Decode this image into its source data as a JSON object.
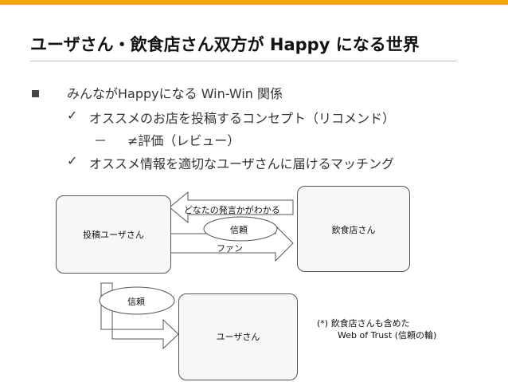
{
  "title": "ユーザさん・飲食店さん双方が Happy になる世界",
  "bullets": {
    "main": "みんながHappyになる Win-Win 関係",
    "check1": "オススメのお店を投稿するコンセプト（リコメンド）",
    "sub1": "≠評価（レビュー）",
    "sub1_dash": "－",
    "check2": "オススメ情報を適切なユーザさんに届けるマッチング",
    "check_mark": "✓"
  },
  "diagram": {
    "poster_box": "投稿ユーザさん",
    "restaurant_box": "飲食店さん",
    "user_box": "ユーザさん",
    "arrow_left_label": "どなたの発言かがわかる",
    "trust_top": "信頼",
    "fan_label": "ファン",
    "trust_bottom": "信頼",
    "note_line1": "(*) 飲食店さんも含めた",
    "note_line2": "Web of Trust (信頼の輪)"
  },
  "colors": {
    "accent": "#f2a51b"
  }
}
